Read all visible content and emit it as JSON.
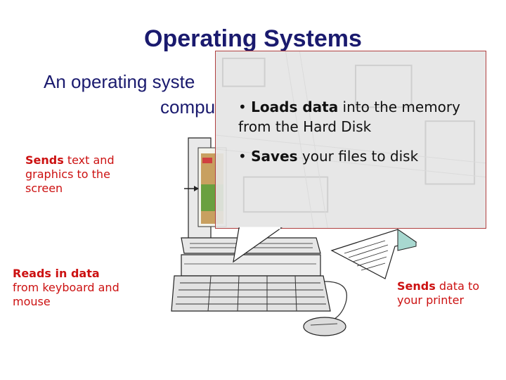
{
  "title": "Operating Systems",
  "subtitle": {
    "line1": "An operating syste",
    "line2": "compu"
  },
  "labels": {
    "screen": {
      "bold": "Sends",
      "rest": " text and graphics to the screen"
    },
    "keyboard": {
      "bold": "Reads in data",
      "rest": " from keyboard and mouse"
    },
    "printer": {
      "bold": "Sends",
      "rest": " data to your printer"
    }
  },
  "overlay": {
    "bullet1": {
      "prefix": "• ",
      "bold": "Loads data",
      "rest": " into the memory from the Hard Disk"
    },
    "bullet2": {
      "prefix": "• ",
      "bold": "Saves",
      "rest": " your files to disk"
    }
  },
  "colors": {
    "title": "#1a1a6e",
    "label": "#cc1111",
    "overlay_border": "#b04040"
  },
  "icons": [
    "computer-monitor-icon",
    "keyboard-icon",
    "mouse-icon",
    "printer-paper-icon",
    "motherboard-photo"
  ]
}
